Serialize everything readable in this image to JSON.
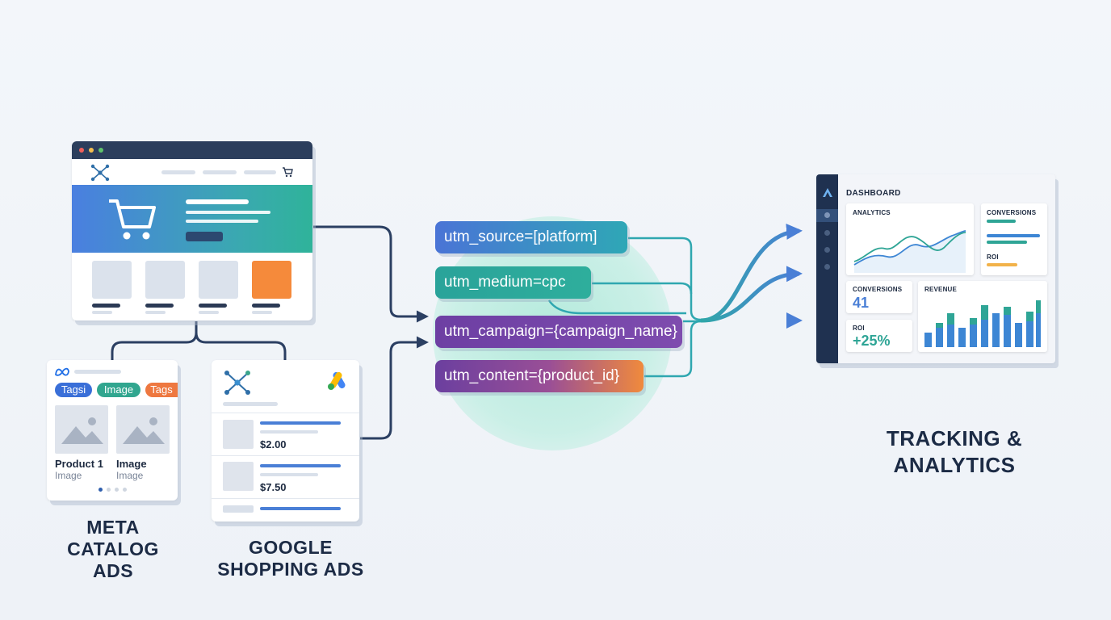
{
  "utm_params": [
    {
      "label": "utm_source=[platform]",
      "color_start": "#4a74d6",
      "color_end": "#2fa7b6"
    },
    {
      "label": "utm_medium=cpc",
      "color_start": "#2aa39a",
      "color_end": "#2eae9c"
    },
    {
      "label": "utm_campaign={campaign_name}",
      "color_start": "#6d3fa3",
      "color_end": "#7e4cae"
    },
    {
      "label": "utm_content={product_id}",
      "color_start": "#6b3f9f",
      "color_end": "#f08a3c"
    }
  ],
  "meta_card": {
    "tags": [
      "Tagsi",
      "Image",
      "Tags"
    ],
    "products": [
      {
        "name": "Product 1",
        "sub": "Image"
      },
      {
        "name": "Image",
        "sub": "Image"
      }
    ]
  },
  "google_card": {
    "prices": [
      "$2.00",
      "$7.50"
    ]
  },
  "dashboard": {
    "title": "DASHBOARD",
    "analytics_label": "ANALYTICS",
    "conversions_label_top": "CONVERSIONS",
    "roi_label_top": "ROI",
    "conversions_label": "CONVERSIONS",
    "conversions_value": "41",
    "roi_label": "ROI",
    "roi_value": "+25%",
    "revenue_label": "REVENUE"
  },
  "captions": {
    "meta": [
      "META",
      "CATALOG",
      "ADS"
    ],
    "google": [
      "GOOGLE",
      "SHOPPING ADS"
    ],
    "tracking": [
      "TRACKING &",
      "ANALYTICS"
    ]
  },
  "colors": {
    "navy": "#2c3e5c",
    "teal": "#2fb39a",
    "blue": "#4a7fe0",
    "purple": "#6d3fa3",
    "orange": "#f08a3c"
  }
}
